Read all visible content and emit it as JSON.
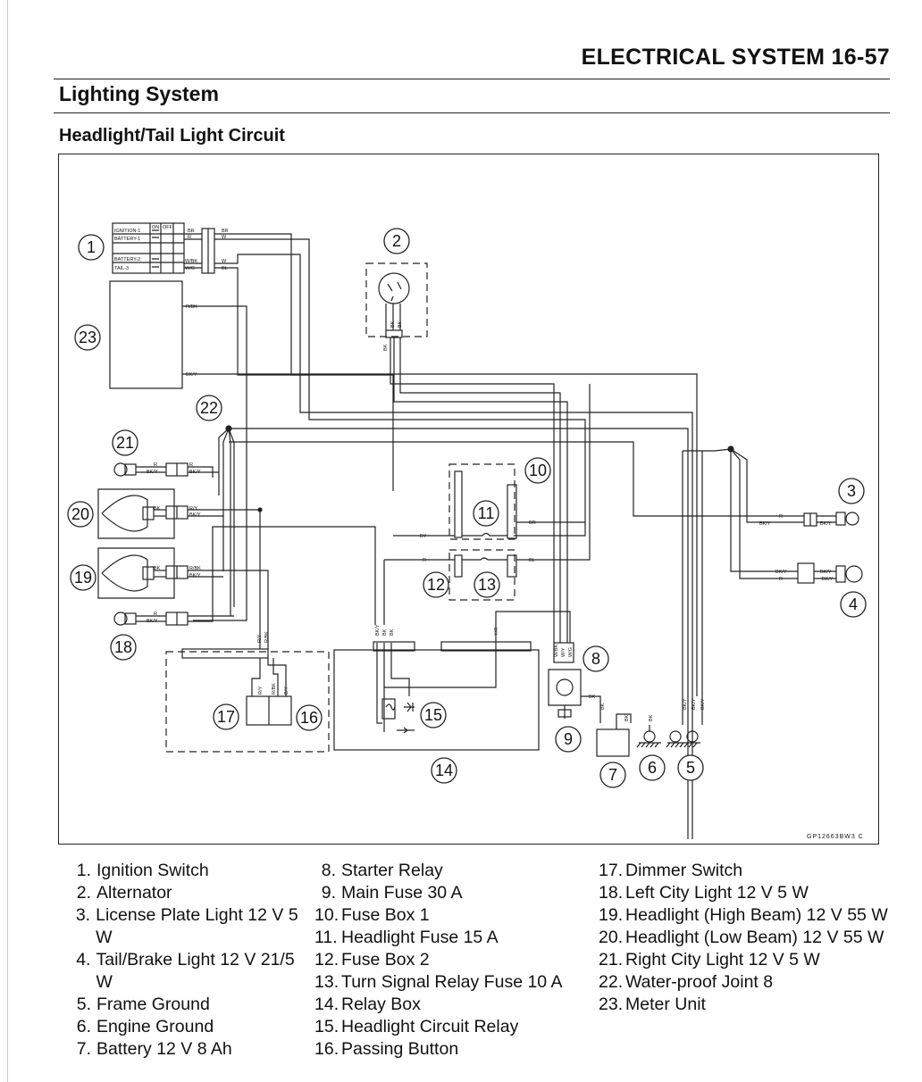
{
  "header": {
    "title": "ELECTRICAL SYSTEM 16-57"
  },
  "section_title": "Lighting System",
  "subsection_title": "Headlight/Tail Light Circuit",
  "diagram": {
    "code": "GP12663BW3 C",
    "callouts": [
      "1",
      "2",
      "3",
      "4",
      "5",
      "6",
      "7",
      "8",
      "9",
      "10",
      "11",
      "12",
      "13",
      "14",
      "15",
      "16",
      "17",
      "18",
      "19",
      "20",
      "21",
      "22",
      "23"
    ],
    "switch_labels": {
      "ignition": "IGNITION-1",
      "battery1": "BATTERY-1",
      "battery2": "BATTERY-2",
      "tail": "TAIL-3",
      "on": "ON",
      "off": "OFF"
    },
    "wire_codes": [
      "BR",
      "R",
      "W/BK",
      "W/G",
      "BR",
      "W",
      "W",
      "BL",
      "R/BK",
      "BK/Y",
      "BK",
      "BK",
      "BK",
      "R",
      "BK/Y",
      "R",
      "BK/Y",
      "BK",
      "R/Y",
      "BK/Y",
      "BK",
      "R/BK",
      "BK/Y",
      "R",
      "BK/Y",
      "BR",
      "BY",
      "R",
      "BL",
      "BK/Y",
      "BK/Y",
      "R",
      "BK/Y",
      "BK/Y",
      "R",
      "BK/Y",
      "BK",
      "BK/Y",
      "R/Y",
      "R/BK",
      "BK/Y",
      "W/BK",
      "W/Y",
      "W/G",
      "R/Y",
      "R/BK",
      "B/Y",
      "BK",
      "BK",
      "BK",
      "BK/Y",
      "BK/Y",
      "Y/R",
      "BK",
      "BK"
    ]
  },
  "legend": {
    "col1": [
      {
        "n": "1.",
        "t": "Ignition Switch"
      },
      {
        "n": "2.",
        "t": "Alternator"
      },
      {
        "n": "3.",
        "t": "License Plate Light 12 V 5 W"
      },
      {
        "n": "4.",
        "t": "Tail/Brake Light 12 V 21/5 W"
      },
      {
        "n": "5.",
        "t": "Frame Ground"
      },
      {
        "n": "6.",
        "t": "Engine Ground"
      },
      {
        "n": "7.",
        "t": "Battery 12 V 8 Ah"
      }
    ],
    "col2": [
      {
        "n": "8.",
        "t": "Starter Relay"
      },
      {
        "n": "9.",
        "t": "Main Fuse 30 A"
      },
      {
        "n": "10.",
        "t": "Fuse Box 1"
      },
      {
        "n": "11.",
        "t": "Headlight Fuse 15 A"
      },
      {
        "n": "12.",
        "t": "Fuse Box 2"
      },
      {
        "n": "13.",
        "t": "Turn Signal Relay Fuse 10 A"
      },
      {
        "n": "14.",
        "t": "Relay Box"
      },
      {
        "n": "15.",
        "t": "Headlight Circuit Relay"
      },
      {
        "n": "16.",
        "t": "Passing Button"
      }
    ],
    "col3": [
      {
        "n": "17.",
        "t": "Dimmer Switch"
      },
      {
        "n": "18.",
        "t": "Left City Light 12 V 5 W"
      },
      {
        "n": "19.",
        "t": "Headlight (High Beam) 12 V 55 W"
      },
      {
        "n": "20.",
        "t": "Headlight (Low Beam) 12 V 55 W"
      },
      {
        "n": "21.",
        "t": "Right City Light 12 V 5 W"
      },
      {
        "n": "22.",
        "t": "Water-proof Joint 8"
      },
      {
        "n": "23.",
        "t": "Meter Unit"
      }
    ]
  }
}
